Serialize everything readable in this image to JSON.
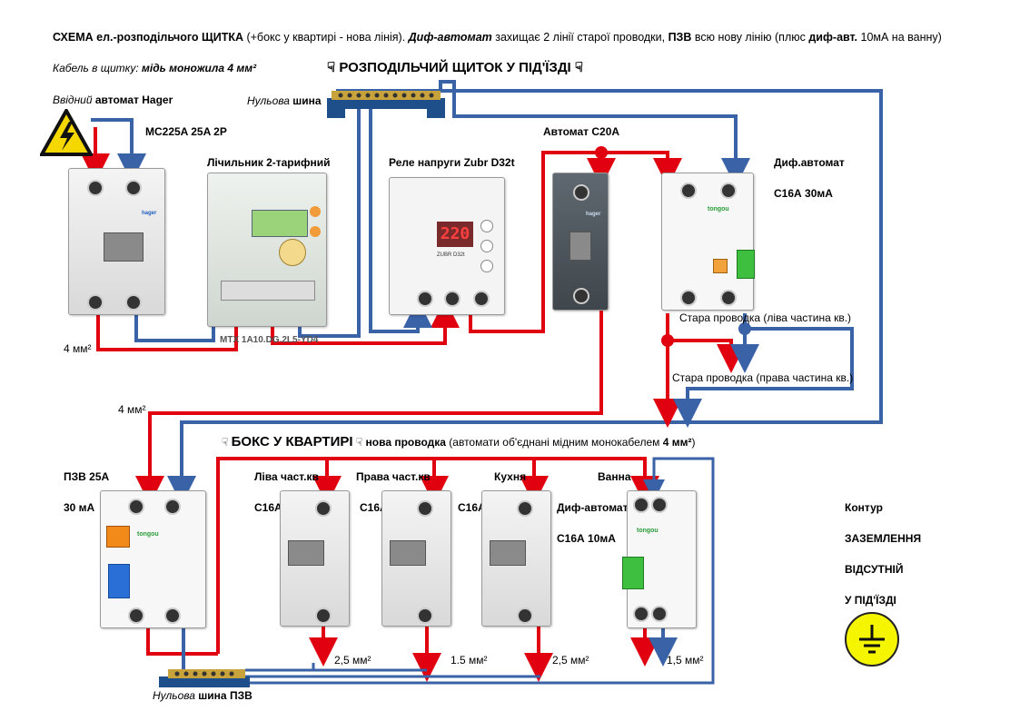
{
  "header": {
    "part1": "СХЕМА ел.-розподільчого ЩИТКА",
    "part2": " (+бокс у квартирі - нова лінія). ",
    "part3": "Диф-автомат",
    "part4": " захищає 2 лінії старої проводки, ",
    "part5": "ПЗВ",
    "part6": " всю нову лінію (плюс ",
    "part7": "диф-авт.",
    "part8": " 10мА на ванну)"
  },
  "cable_note": {
    "prefix": "Кабель в щитку: ",
    "value": "мідь моножила 4 мм²"
  },
  "panel_title": "РОЗПОДІЛЬЧИЙ ЩИТОК У  ПІД'ЇЗДІ",
  "box_title": "БОКС У КВАРТИРІ",
  "box_subtitle_bold": "нова проводка",
  "box_subtitle_rest": "(автомати об'єднані мідним монокабелем ",
  "box_subtitle_value": "4 мм²",
  "box_subtitle_end": ")",
  "labels": {
    "input_breaker_prefix": "Ввідний",
    "input_breaker_rest": " автомат Hager",
    "input_breaker_model": "MC225A 25A 2P",
    "neutral_bus_prefix": "Нульова",
    "neutral_bus_rest": " шина",
    "meter": "Лічильник 2-тарифний",
    "meter_model": "MTX  1A10.DG.2L5-YD4",
    "relay": "Реле напруги Zubr D32t",
    "relay_display": "220",
    "breaker_c20": "Автомат С20А",
    "rcbo_title": "Диф.автомат",
    "rcbo_rating": "С16А 30мА",
    "old_wiring_left": "Стара проводка (ліва частина кв.)",
    "old_wiring_right": "Стара проводка (права частина  кв.)",
    "cable_4mm_1": "4 мм²",
    "cable_4mm_2": "4 мм²",
    "rcd_title": "ПЗВ 25А",
    "rcd_rating": "30 мА",
    "left_part": "Ліва част.кв",
    "right_part": "Права част.кв",
    "kitchen": "Кухня",
    "bath": "Ванна",
    "c16a_1": "С16А",
    "c16a_2": "С16А",
    "c16a_3": "С16А",
    "rcbo2_title": "Диф-автомат",
    "rcbo2_rating": "С16А 10мА",
    "wire_25_1": "2,5 мм²",
    "wire_15": "1.5 мм²",
    "wire_25_2": "2,5 мм²",
    "wire_15_2": "1,5 мм²",
    "neutral_bus2_prefix": "Нульова",
    "neutral_bus2_rest": " шина ПЗВ",
    "ground_1": "Контур",
    "ground_2": "ЗАЗЕМЛЕННЯ",
    "ground_3": "ВІДСУТНІЙ",
    "ground_4": "У ПІД'ЇЗДІ"
  },
  "device_marks": {
    "hager": "hager",
    "tongou": "tongou",
    "zubr": "ZUBR D32t"
  },
  "icons": [
    "hand-pointing-icon",
    "high-voltage-warning-icon",
    "ground-symbol-icon"
  ],
  "colors": {
    "phase": "#e0000f",
    "neutral": "#3a62a7",
    "ground_bg": "#f5f500"
  }
}
